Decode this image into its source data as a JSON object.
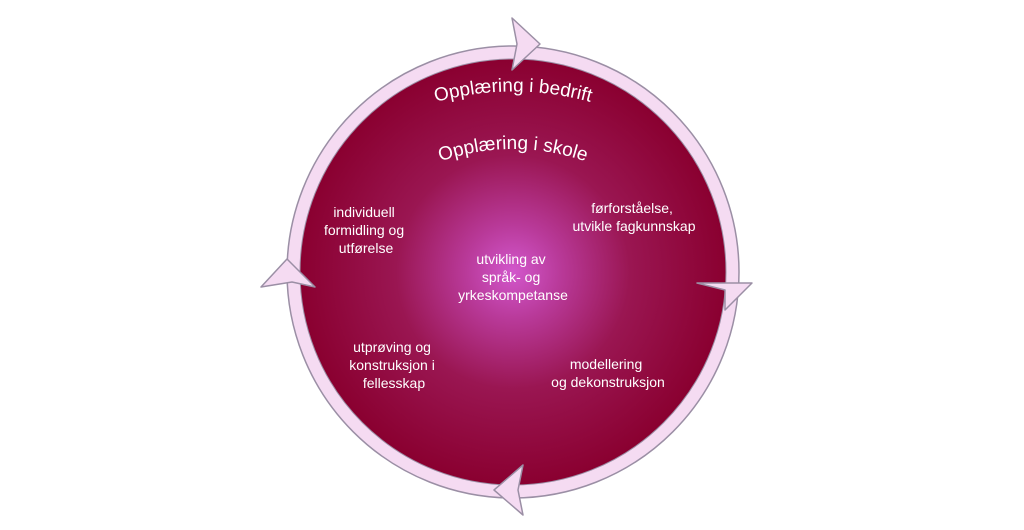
{
  "arc_labels": {
    "outer": "Opplæring i bedrift",
    "inner": "Opplæring i skole"
  },
  "center_label": [
    "utvikling av",
    "språk- og",
    "yrkeskompetanse"
  ],
  "steps": {
    "top_right": [
      "førforståelse,",
      "utvikle fagkunnskap"
    ],
    "bottom_right": [
      "modellering",
      "og dekonstruksjon"
    ],
    "bottom_left": [
      "utprøving og",
      "konstruksjon i",
      "fellesskap"
    ],
    "top_left": [
      "individuell",
      "formidling og",
      "utførelse"
    ]
  },
  "colors": {
    "disc": "#8c0033",
    "center_glow": "#c94fc4",
    "ring": "#f5dbf2",
    "ring_stroke": "#9b8fa5"
  },
  "arrows": [
    "arrow-top",
    "arrow-right",
    "arrow-bottom",
    "arrow-left"
  ]
}
